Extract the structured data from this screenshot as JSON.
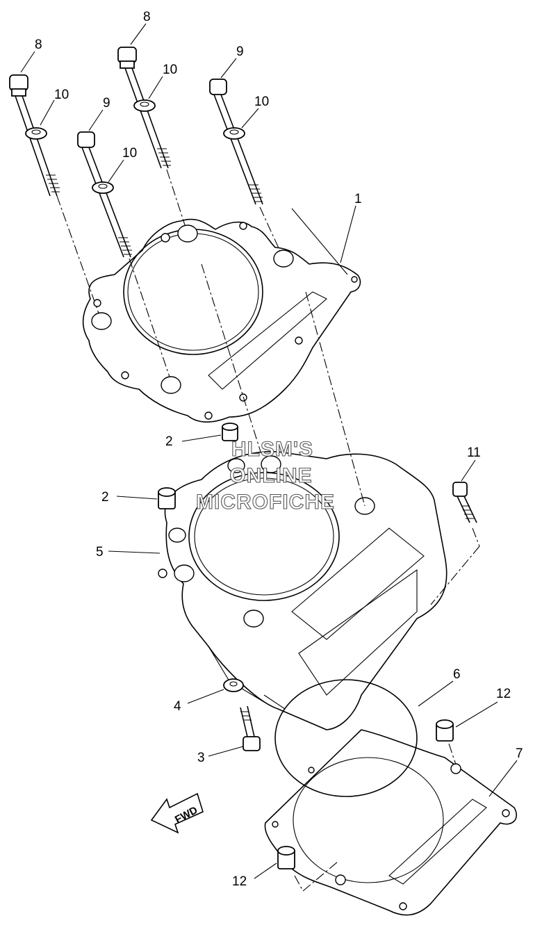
{
  "diagram": {
    "callouts": [
      "8",
      "8",
      "9",
      "9",
      "10",
      "10",
      "10",
      "10",
      "1",
      "2",
      "2",
      "11",
      "5",
      "6",
      "12",
      "4",
      "3",
      "7",
      "12"
    ],
    "watermark": [
      "HLSM'S",
      "ONLINE",
      "MICROFICHE"
    ],
    "fwd_label": "FWD"
  }
}
